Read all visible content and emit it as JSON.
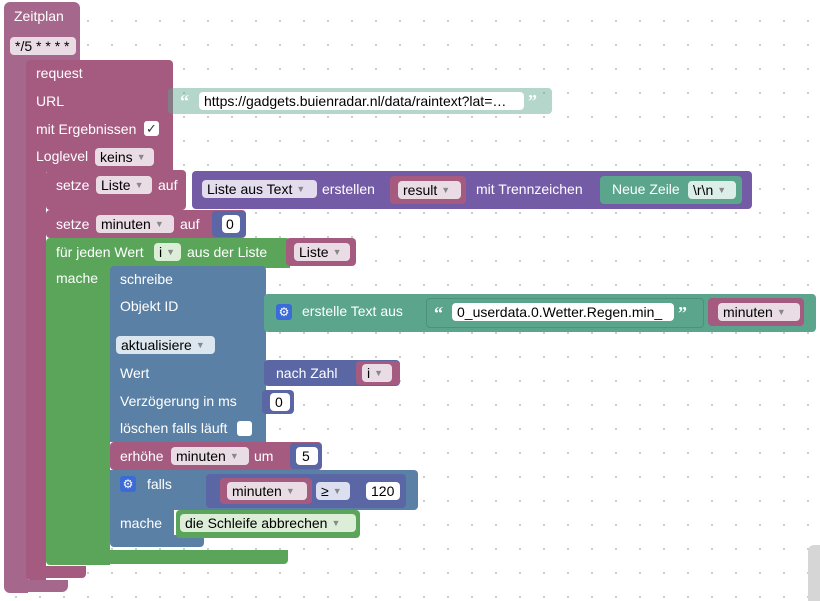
{
  "schedule": {
    "label": "Zeitplan",
    "cron": "*/5 * * * *"
  },
  "request": {
    "label": "request",
    "url_label": "URL",
    "url_value": "https://gadgets.buienradar.nl/data/raintext?lat=…",
    "results_label": "mit Ergebnissen",
    "results_check": "✓",
    "loglevel_label": "Loglevel",
    "loglevel_value": "keins"
  },
  "set_list": {
    "prefix": "setze",
    "var": "Liste",
    "suffix": "auf",
    "make_list": "Liste aus Text",
    "create": "erstellen",
    "result_var": "result",
    "delimiter_label": "mit Trennzeichen",
    "newline": "Neue Zeile",
    "newline_code": "\\r\\n"
  },
  "set_minutes": {
    "prefix": "setze",
    "var": "minuten",
    "suffix": "auf",
    "value": "0"
  },
  "foreach": {
    "prefix": "für jeden Wert",
    "var": "i",
    "middle": "aus der Liste",
    "list_var": "Liste",
    "do_label": "mache"
  },
  "write": {
    "label": "schreibe",
    "object_id_label": "Objekt ID",
    "create_text": "erstelle Text aus",
    "object_id_text": "0_userdata.0.Wetter.Regen.min_",
    "minutes_var": "minuten",
    "mode": "aktualisiere",
    "value_label": "Wert",
    "to_number": "nach Zahl",
    "i_var": "i",
    "delay_label": "Verzögerung in ms",
    "delay_value": "0",
    "clear_label": "löschen falls läuft"
  },
  "increment": {
    "label": "erhöhe",
    "var": "minuten",
    "by": "um",
    "value": "5"
  },
  "if": {
    "label": "falls",
    "var": "minuten",
    "op": "≥",
    "value": "120",
    "do_label": "mache",
    "break": "die Schleife abbrechen"
  },
  "colors": {
    "zeitplan": "#a5678b",
    "request": "#a55b80",
    "variables": "#a55b80",
    "lists": "#745ba5",
    "loops": "#5ba55b",
    "io": "#5b80a5",
    "text": "#5ba58c",
    "math": "#5b67a5"
  },
  "icons": {
    "gear": "gear-icon",
    "dropdown": "chevron-down-icon",
    "quote": "quote-icon"
  }
}
